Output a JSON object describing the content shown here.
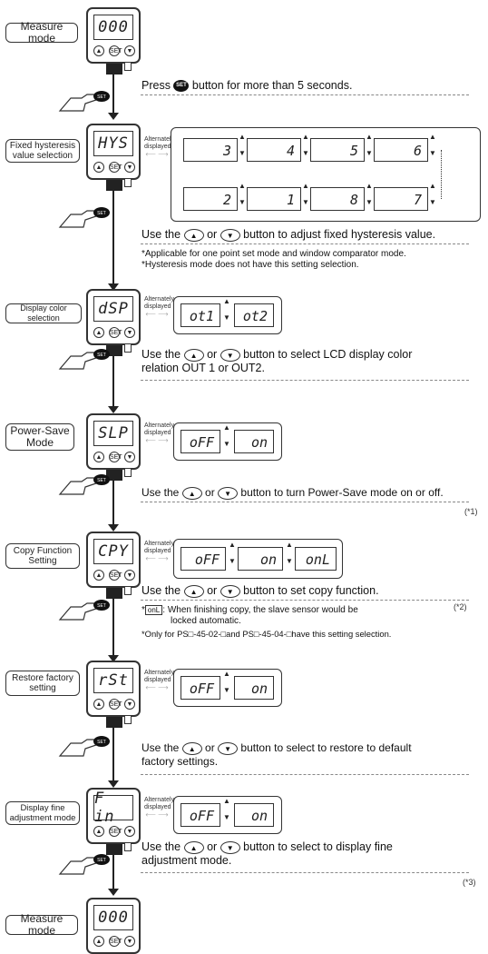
{
  "steps": [
    {
      "label": "Measure mode",
      "display": "000"
    },
    {
      "label": "Fixed hysteresis value selection",
      "display": "HYS"
    },
    {
      "label": "Display color selection",
      "display": "dSP"
    },
    {
      "label": "Power-Save Mode",
      "display": "SLP"
    },
    {
      "label": "Copy Function Setting",
      "display": "CPY"
    },
    {
      "label": "Restore factory setting",
      "display": "rSt"
    },
    {
      "label": "Display fine adjustment mode",
      "display": "F in"
    },
    {
      "label": "Measure mode",
      "display": "000"
    }
  ],
  "alternately_displayed": "Alternately displayed",
  "press_set_prefix": "Press",
  "press_set_suffix": "button for more than 5 seconds.",
  "set_icon": "SET",
  "hys_values_top": [
    "3",
    "4",
    "5",
    "6"
  ],
  "hys_values_bottom": [
    "2",
    "1",
    "8",
    "7"
  ],
  "hys_instruction": [
    "Use the",
    "or",
    "button to adjust fixed hysteresis value."
  ],
  "hys_notes": [
    "*Applicable for one point set mode and window comparator mode.",
    "*Hysteresis mode does not have this setting selection."
  ],
  "dsp_values": [
    "ot1",
    "ot2"
  ],
  "dsp_instruction": [
    "Use the",
    "or",
    "button to select LCD display color",
    "relation OUT 1 or OUT2."
  ],
  "slp_values": [
    "oFF",
    "on"
  ],
  "slp_instruction": [
    "Use the",
    "or",
    "button to turn Power-Save mode on or off."
  ],
  "note1": "(*1)",
  "cpy_values": [
    "oFF",
    "on",
    "onL"
  ],
  "cpy_instruction": [
    "Use the",
    "or",
    "button to set copy function."
  ],
  "note2": "(*2)",
  "cpy_notes": [
    "*",
    "onL",
    ": When finishing copy, the slave sensor would be",
    "locked automatic.",
    "*Only for PS□-45-02-□and PS□-45-04-□have this setting selection."
  ],
  "rst_values": [
    "oFF",
    "on"
  ],
  "rst_instruction": [
    "Use the",
    "or",
    "button to select to restore to default",
    "factory settings."
  ],
  "fin_values": [
    "oFF",
    "on"
  ],
  "fin_instruction": [
    "Use the",
    "or",
    "button to select to display fine",
    "adjustment mode."
  ],
  "note3": "(*3)",
  "icons": {
    "up": "up-triangle-icon",
    "down": "down-triangle-icon",
    "set": "set-button-icon",
    "hand": "pointing-hand-icon"
  }
}
